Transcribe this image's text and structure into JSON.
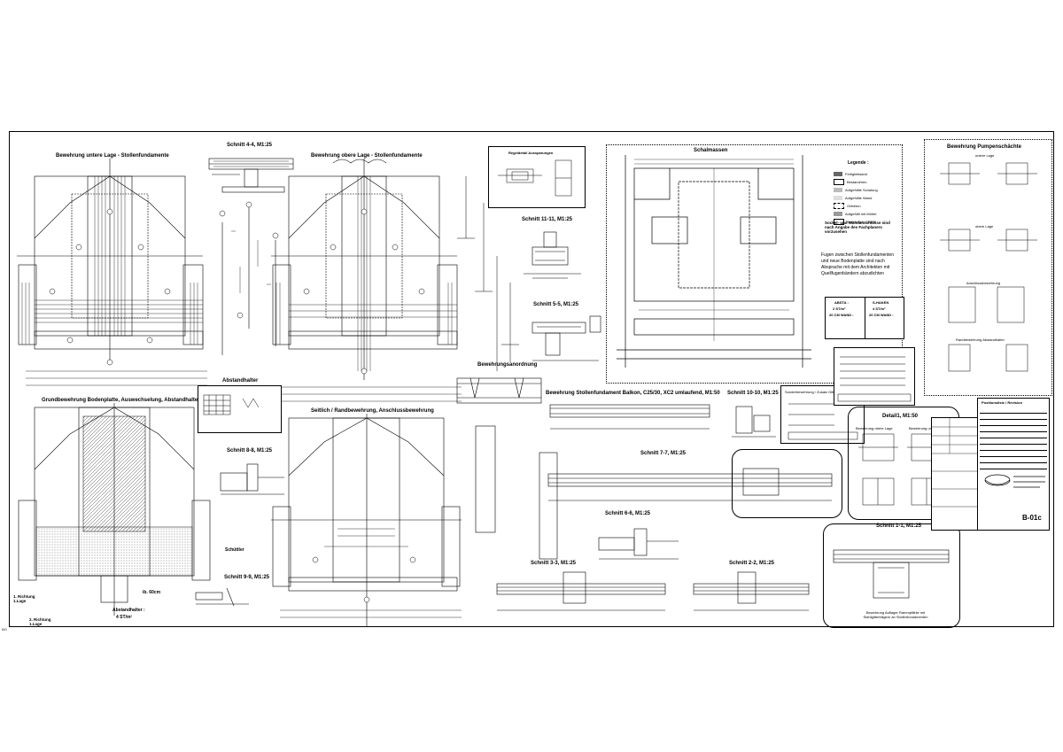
{
  "titles": {
    "t1": "Bewehrung untere Lage - Stollenfundamente",
    "t2": "Schnitt 4-4, M1:25",
    "t3": "Bewehrung obere Lage - Stollenfundamente",
    "t4": "Regeldetail Aussparungen",
    "t5": "Schalmassen",
    "t6": "Bewehrung Pumpenschächte",
    "t7": "Schnitt 11-11, M1:25",
    "t8": "Schnitt 5-5, M1:25",
    "t9": "Bewehrungsanordnung",
    "t10": "Grundbewehrung Bodenplatte, Auswechselung, Abstandhalter",
    "t11": "Abstandhalter",
    "t12": "Seitlich / Randbewehrung, Anschlussbewehrung",
    "t13": "Schnitt 8-8, M1:25",
    "t14": "Bewehrung Stollenfundament Balkon, C25/30, XC2 umlaufend, M1:50",
    "t15": "Schnitt 10-10, M1:25",
    "t16": "Detail1, M1:50",
    "t17": "Schnitt 7-7, M1:25",
    "t18": "Schnitt 6-6, M1:25",
    "t19": "Schnitt 1-1, M1:25",
    "t20": "Schnitt 3-3, M1:25",
    "t21": "Schnitt 2-2, M1:25",
    "t22": "Schnitt 9-9, M1:25",
    "t23": "Schüttler"
  },
  "legend": {
    "title": "Legende :",
    "items": [
      "Fertigteilwand",
      "Bestand/neu",
      "Aufgefüllte Schalung",
      "Aufgefüllte Wand",
      "Ortbeton",
      "Aufgefüllt mit Mörtel",
      "Stahlbeton C25/30"
    ]
  },
  "notes": {
    "n1": "Sockel- und Wandanschlüsse sind nach Angabe des Fachplaners vorzusehen",
    "n2": "Fugen zwischen Stollenfundamenten und neue Bodenplatte sind nach Absprache mit dem Architekten mit Quellfugenbändern abzudichten",
    "n3a_title": "ABSTA :",
    "n3a_value": "2 ST/m²",
    "n3a_sub": "20 CM WAND :",
    "n3b_title": "S-HAKEN",
    "n3b_value": "4 ST/m²",
    "n3b_sub": "20 CM WAND :",
    "abstand_label": "Abstandhalter :",
    "abstand_value": "4 ST/m²",
    "ib_label": "ib. 60cm",
    "lage_label": "2. Richtung\n1.Lage",
    "side_label": "1. Richtung\n1.Lage",
    "pump_obere": "obere Lage",
    "pump_untere": "untere Lage",
    "pump_anschluss": "Anschlussbewehrung",
    "pump_rand": "Randbewehrung Abstandhalter",
    "detail_obere": "Bewehrung obere Lage",
    "detail_untere": "Bewehrung untere Lage",
    "gitter_note": "Sonderbewehrung / Zusatz Gitterbalken",
    "schnitt_note": "Bewehrung Auflager Rammpfähle mit Stahlgitterträgern an Stollenfundamenten"
  },
  "titleblock": {
    "sheet_no": "B-01c",
    "rev_header": "Positionsliste / Revision"
  },
  "footer": {
    "left_text": "0/0"
  }
}
